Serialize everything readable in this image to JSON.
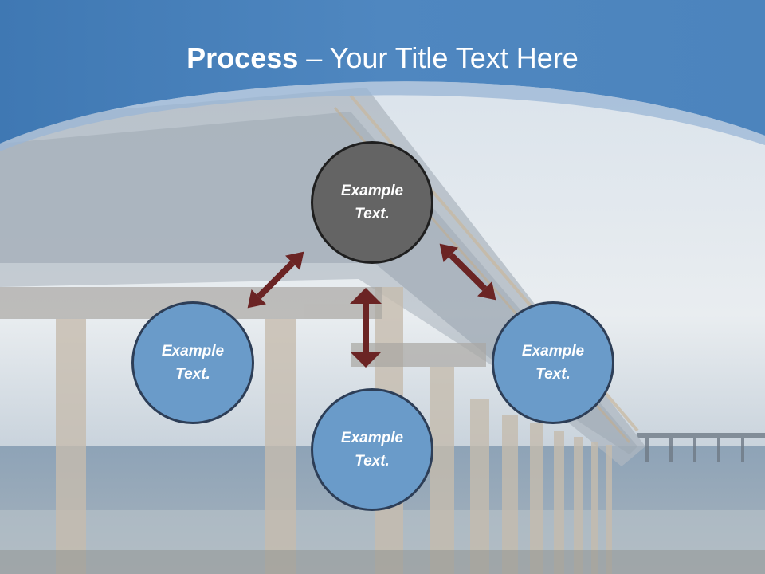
{
  "title": {
    "bold": "Process",
    "rest": " – Your Title Text Here"
  },
  "circles": [
    {
      "text": "Example Text.",
      "color": "#646464"
    },
    {
      "text": "Example Text.",
      "color": "#6a9bc9"
    },
    {
      "text": "Example Text.",
      "color": "#6a9bc9"
    },
    {
      "text": "Example Text.",
      "color": "#6a9bc9"
    }
  ],
  "colors": {
    "header": "#4a82bb",
    "arrow": "#6b2424",
    "circle_border": "#2d3e57"
  }
}
